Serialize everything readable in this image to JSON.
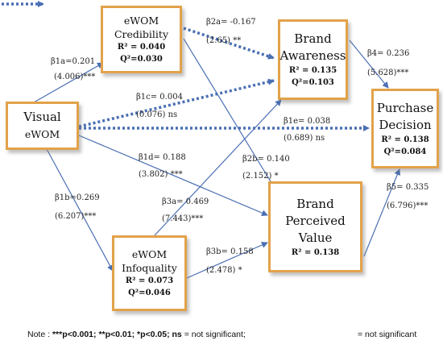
{
  "colors": {
    "arrow": "#4a6fb3",
    "box_border": "#e2a24a"
  },
  "nodes": {
    "credibility": {
      "line1": "eWOM",
      "line2": "Credibility",
      "r2": "R² = 0.040",
      "q2": "Q²=0.030"
    },
    "awareness": {
      "line1": "Brand",
      "line2": "Awareness",
      "r2": "R² = 0.135",
      "q2": "Q²=0.103"
    },
    "visual": {
      "line1": "Visual",
      "line2": "eWOM"
    },
    "purchase": {
      "line1": "Purchase",
      "line2": "Decision",
      "r2": "R² = 0.138",
      "q2": "Q²=0.084"
    },
    "perceived": {
      "line1": "Brand",
      "line2": "Perceived",
      "line3": "Value",
      "r2": "R² = 0.138"
    },
    "infoquality": {
      "line1": "eWOM",
      "line2": "Infoquality",
      "r2": "R² = 0.073",
      "q2": "Q²=0.046"
    }
  },
  "paths": {
    "b1a": {
      "coef": "β1a=0.201",
      "t": "(4.006)***"
    },
    "b1b": {
      "coef": "β1b=0.269",
      "t": "(6.207)***"
    },
    "b1c": {
      "coef": "β1c= 0.004",
      "t": "(0.076) ns"
    },
    "b1d": {
      "coef": "β1d= 0.188",
      "t": "(3.802) ***"
    },
    "b1e": {
      "coef": "β1e= 0.038",
      "t": "(0.689) ns"
    },
    "b2a": {
      "coef": "β2a= -0.167",
      "t": "(2.65) **"
    },
    "b2b": {
      "coef": "β2b= 0.140",
      "t": "(2.152) *"
    },
    "b3a": {
      "coef": "β3a= 0.469",
      "t": "(7.443)***"
    },
    "b3b": {
      "coef": "β3b= 0.158",
      "t": "(2.478) *"
    },
    "b4": {
      "coef": "β4= 0.236",
      "t": "(5.628)***"
    },
    "b5": {
      "coef": "β5= 0.335",
      "t": "(6.796)***"
    }
  },
  "note": {
    "prefix": "Note : ",
    "p1": "***p<0.001",
    "p2": "; **p<0.01",
    "p3": "; *p<0.05",
    "p4": "; ns",
    "p5": "= not significant;",
    "legend": "= not significant"
  }
}
